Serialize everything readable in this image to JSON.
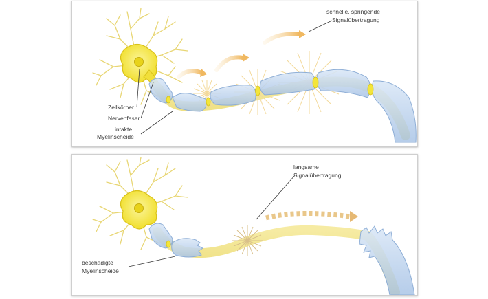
{
  "top_panel": {
    "callout": {
      "line1": "schnelle, springende",
      "line2": "Signalübertragung"
    },
    "labels": {
      "cell_body": "Zellkörper",
      "nerve_fiber": "Nervenfaser",
      "myelin_line1": "intakte",
      "myelin_line2": "Myelinscheide"
    }
  },
  "bottom_panel": {
    "callout": {
      "line1": "langsame",
      "line2": "Signalübertragung"
    },
    "labels": {
      "myelin_line1": "beschädigte",
      "myelin_line2": "Myelinscheide"
    }
  },
  "colors": {
    "neuron_yellow": "#f4e84a",
    "neuron_outline": "#d9c21a",
    "dendrite_light": "#efe08a",
    "myelin_blue": "#bcd3ee",
    "myelin_outline": "#8eaed6",
    "axon_yellow": "#f1e27c",
    "spark": "#f3d99a",
    "arrow_orange": "#f0c070"
  }
}
